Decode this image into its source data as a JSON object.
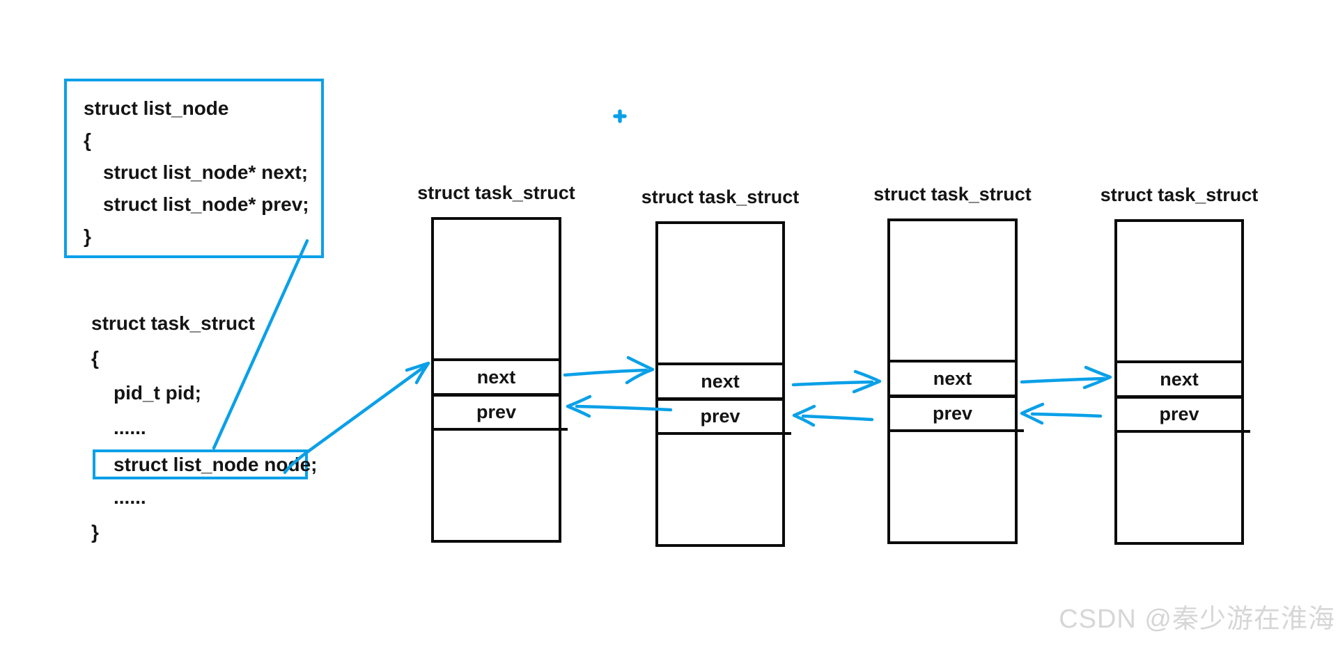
{
  "colors": {
    "accent": "#0aa0e8",
    "line": "#0b0b0b",
    "watermark": "#d6d6d6"
  },
  "list_node_definition": {
    "title_line": "struct list_node",
    "open_brace": "{",
    "member_next": "struct list_node* next;",
    "member_prev": "struct list_node* prev;",
    "close_brace": "}"
  },
  "task_struct_definition": {
    "title_line": "struct task_struct",
    "open_brace": "{",
    "pid_line": "pid_t pid;",
    "ellipsis_1": "......",
    "node_member_line": "struct list_node node;",
    "ellipsis_2": "......",
    "close_brace": "}"
  },
  "nodes": [
    {
      "label": "struct task_struct",
      "next_label": "next",
      "prev_label": "prev"
    },
    {
      "label": "struct task_struct",
      "next_label": "next",
      "prev_label": "prev"
    },
    {
      "label": "struct task_struct",
      "next_label": "next",
      "prev_label": "prev"
    },
    {
      "label": "struct task_struct",
      "next_label": "next",
      "prev_label": "prev"
    }
  ],
  "watermark": "CSDN @秦少游在淮海"
}
